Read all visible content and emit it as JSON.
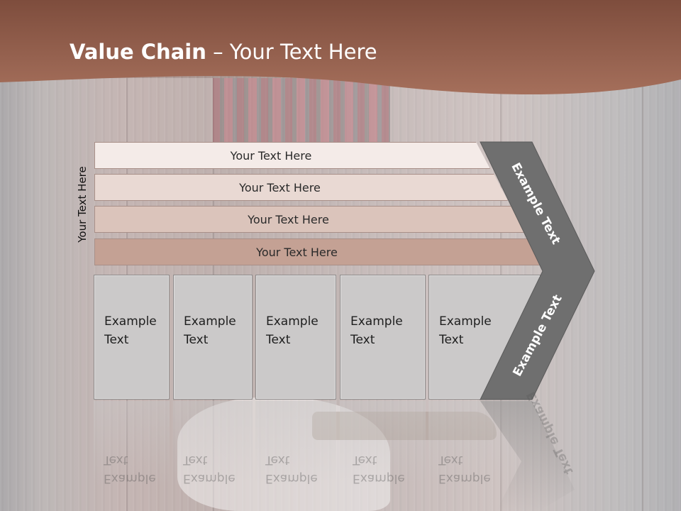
{
  "slide": {
    "title_bold": "Value Chain",
    "title_rest": " – Your Text Here"
  },
  "side_label": "Your Text Here",
  "bands": [
    {
      "label": "Your Text Here",
      "color": "#f4ebe8"
    },
    {
      "label": "Your Text Here",
      "color": "#e9d9d3"
    },
    {
      "label": "Your Text Here",
      "color": "#dbc4bb"
    },
    {
      "label": "Your Text Here",
      "color": "#c4a194"
    }
  ],
  "activities": [
    {
      "line1": "Example",
      "line2": "Text"
    },
    {
      "line1": "Example",
      "line2": "Text"
    },
    {
      "line1": "Example",
      "line2": "Text"
    },
    {
      "line1": "Example",
      "line2": "Text"
    },
    {
      "line1": "Example",
      "line2": "Text"
    }
  ],
  "chevron": {
    "upper_label": "Example Text",
    "lower_label": "Example Text",
    "color": "#6f6f6f"
  },
  "colors": {
    "header": "#8d5440",
    "box": "#cbc9c9"
  }
}
